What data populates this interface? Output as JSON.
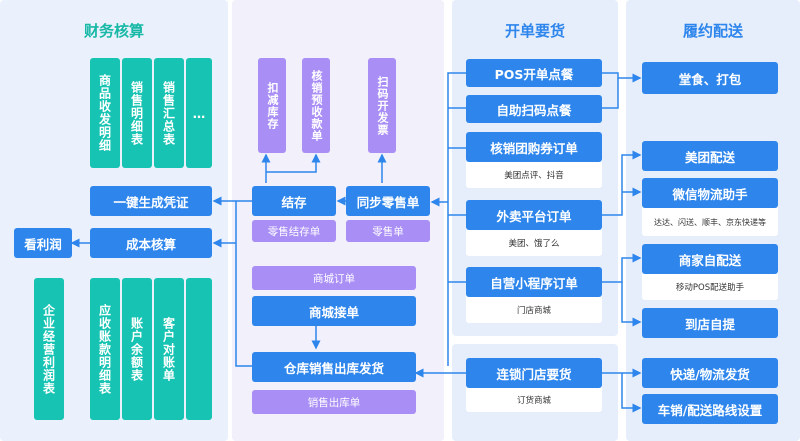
{
  "finance": {
    "title": "财务核算",
    "reports": [
      "商品收发明细",
      "销售明细表",
      "销售汇总表",
      "…"
    ],
    "voucher": "一键生成凭证",
    "cost": "成本核算",
    "profit_view": "看利润",
    "bottom_reports": [
      "企业经营利润表",
      "应收账款明细表",
      "账户余额表",
      "客户对账单"
    ]
  },
  "center": {
    "tops": [
      "扣减库存",
      "核销预收款单",
      "扫码开发票"
    ],
    "settle": "结存",
    "sync": "同步零售单",
    "settle_doc": "零售结存单",
    "retail_doc": "零售单",
    "mall_order": "商城订单",
    "mall_accept": "商城接单",
    "warehouse": "仓库销售出库发货",
    "outbound_doc": "销售出库单"
  },
  "orders": {
    "title": "开单要货",
    "items": [
      {
        "label": "POS开单点餐"
      },
      {
        "label": "自助扫码点餐"
      },
      {
        "label": "核销团购券订单",
        "note": "美团点评、抖音"
      },
      {
        "label": "外卖平台订单",
        "note": "美团、饿了么"
      },
      {
        "label": "自营小程序订单",
        "note": "门店商城"
      }
    ],
    "chain": {
      "label": "连锁门店要货",
      "note": "订货商城"
    }
  },
  "fulfill": {
    "title": "履约配送",
    "items": [
      {
        "label": "堂食、打包"
      },
      {
        "label": "美团配送"
      },
      {
        "label": "微信物流助手",
        "note": "达达、闪送、顺丰、京东快递等"
      },
      {
        "label": "商家自配送",
        "note": "移动POS配送助手"
      },
      {
        "label": "到店自提"
      },
      {
        "label": "快递/物流发货"
      },
      {
        "label": "车销/配送路线设置"
      }
    ]
  },
  "colors": {
    "blue": "#2e86ec",
    "teal": "#17c4b3",
    "purple": "#a98ef5",
    "panel": "#eaf1fc",
    "panel_center": "#f1f0fb"
  }
}
